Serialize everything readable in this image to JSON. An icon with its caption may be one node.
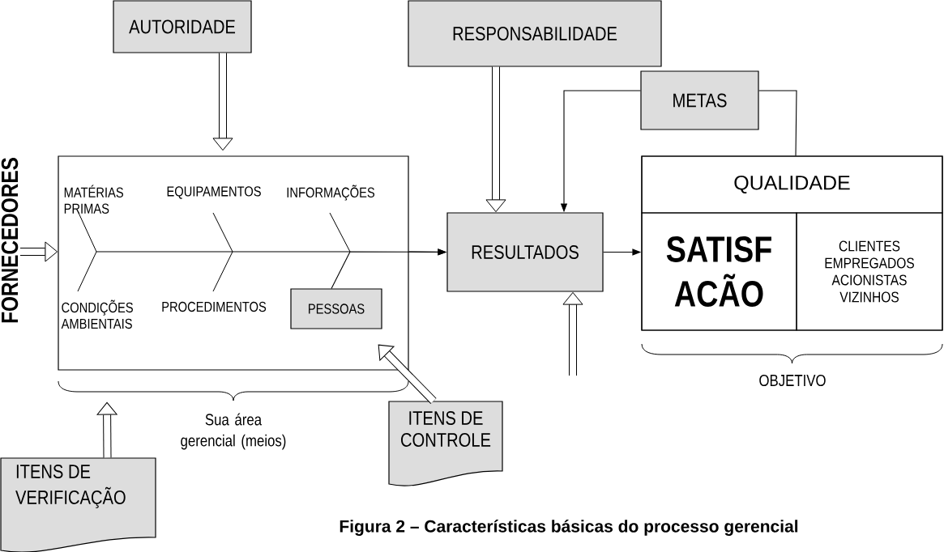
{
  "diagram": {
    "caption": "Figura 2 – Características básicas do processo gerencial",
    "nodes": [
      {
        "text": [
          "AUTORIDADE"
        ]
      },
      {
        "text": [
          "RESPONSABILIDADE"
        ]
      },
      {
        "text": [
          "METAS"
        ]
      },
      {
        "text": [],
        "shape": "box"
      },
      {
        "text": [
          "FORNECEDORES"
        ]
      },
      {
        "text": [
          "PESSOAS"
        ],
        "in": 3
      },
      {
        "text": [
          "RESULTADOS"
        ]
      },
      {
        "text": [],
        "shape": "box",
        "beside": [
          "OBJETIVO"
        ]
      },
      {
        "text": [
          "QUALIDADE"
        ],
        "in": 7
      },
      {
        "text": [
          "SATISF ACÃO"
        ],
        "in": 7
      },
      {
        "text": [
          "CLIENTES EMPREGADOS ACIONISTAS VIZINHOS"
        ],
        "in": 7
      },
      {
        "text": [
          "ITENS DE CONTROLE"
        ]
      },
      {
        "text": [
          "ITENS DE VERIFICAÇÃO"
        ]
      }
    ],
    "edges": [
      {
        "from": 0,
        "to": 3,
        "arrow": "to"
      },
      {
        "from": 1,
        "to": 6,
        "arrow": "to"
      },
      {
        "from": 2,
        "to": 6,
        "arrow": "to"
      },
      {
        "from": 2,
        "to": 8,
        "arrow": "none"
      },
      {
        "from": 3,
        "to": 6,
        "arrow": "to"
      },
      {
        "from": 6,
        "to": 7,
        "arrow": "to"
      },
      {
        "from": 4,
        "to": 3,
        "arrow": "to"
      },
      {
        "from": 11,
        "to": 3,
        "arrow": "to"
      },
      {
        "from": null,
        "to": 6,
        "arrow": "to"
      },
      {
        "from": 12,
        "to": 3,
        "arrow": "to"
      },
      {
        "from": 5,
        "to": 6,
        "arrow": "to"
      }
    ],
    "labels": [
      "MATÉRIAS PRIMAS",
      "EQUIPAMENTOS",
      "INFORMAÇÕES",
      "CONDIÇÕES AMBIENTAIS",
      "PROCEDIMENTOS",
      "Sua área gerencial (meios)"
    ]
  }
}
